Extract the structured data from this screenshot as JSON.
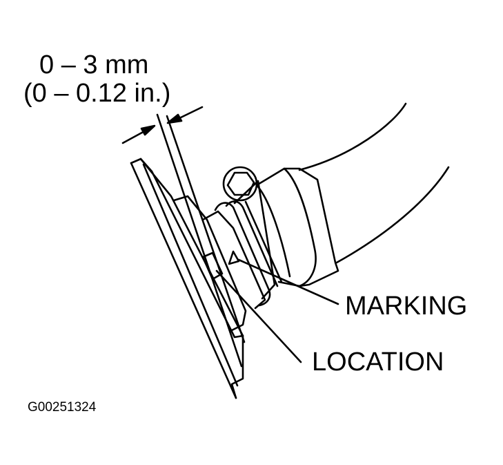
{
  "dimension": {
    "metric": "0 – 3 mm",
    "imperial": "(0 – 0.12 in.)"
  },
  "callouts": {
    "marking": "MARKING",
    "location": "LOCATION"
  },
  "figure_id": "G00251324",
  "colors": {
    "line": "#000000",
    "background": "#ffffff"
  }
}
